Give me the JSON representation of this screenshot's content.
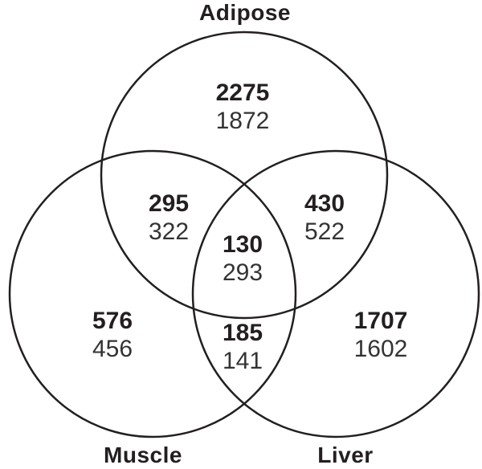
{
  "venn": {
    "type": "venn",
    "sets": [
      {
        "label": "Adipose"
      },
      {
        "label": "Muscle"
      },
      {
        "label": "Liver"
      }
    ],
    "regions": {
      "adipose_only": {
        "primary": "2275",
        "secondary": "1872"
      },
      "adipose_muscle": {
        "primary": "295",
        "secondary": "322"
      },
      "adipose_liver": {
        "primary": "430",
        "secondary": "522"
      },
      "all_three": {
        "primary": "130",
        "secondary": "293"
      },
      "muscle_only": {
        "primary": "576",
        "secondary": "456"
      },
      "muscle_liver": {
        "primary": "185",
        "secondary": "141"
      },
      "liver_only": {
        "primary": "1707",
        "secondary": "1602"
      }
    },
    "colors": {
      "stroke": "#231f20",
      "text_primary": "#231f20",
      "text_secondary": "#333333",
      "background": "#ffffff"
    }
  }
}
